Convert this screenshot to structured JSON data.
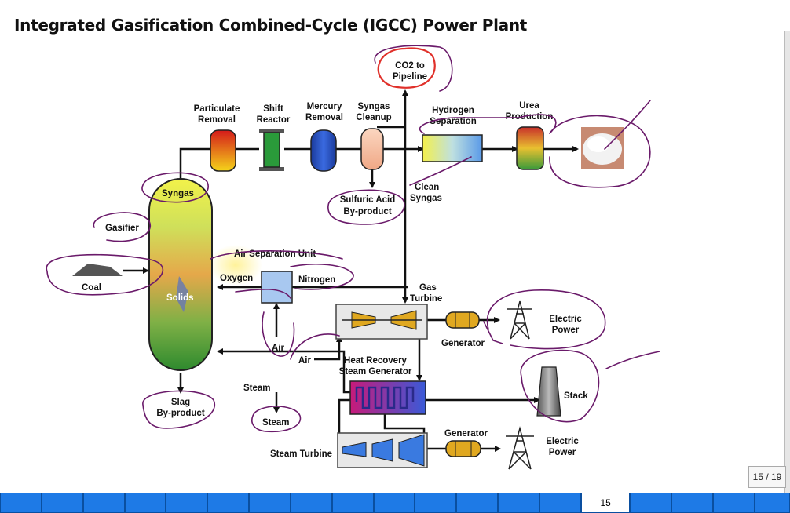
{
  "slide": {
    "title": "Integrated Gasification Combined-Cycle (IGCC) Power Plant",
    "page_indicator": "15 / 19",
    "current_slide": "15"
  },
  "diagram": {
    "units": {
      "particulate": [
        "Particulate",
        "Removal"
      ],
      "shift": [
        "Shift",
        "Reactor"
      ],
      "mercury": [
        "Mercury",
        "Removal"
      ],
      "syngas_cleanup": [
        "Syngas",
        "Cleanup"
      ],
      "hydrogen": [
        "Hydrogen",
        "Separation"
      ],
      "urea": [
        "Urea",
        "Production"
      ],
      "co2": [
        "CO2 to",
        "Pipeline"
      ],
      "sulfuric": [
        "Sulfuric Acid",
        "By-product"
      ],
      "clean_syngas": [
        "Clean",
        "Syngas"
      ],
      "gasifier": "Gasifier",
      "syngas": "Syngas",
      "solids": "Solids",
      "coal": "Coal",
      "asu": "Air Separation Unit",
      "oxygen": "Oxygen",
      "nitrogen": "Nitrogen",
      "air1": "Air",
      "air2": "Air",
      "gas_turbine": [
        "Gas",
        "Turbine"
      ],
      "generator1": "Generator",
      "electric1": [
        "Electric",
        "Power"
      ],
      "hrsg": [
        "Heat Recovery",
        "Steam Generator"
      ],
      "stack": "Stack",
      "steam1": "Steam",
      "steam2": "Steam",
      "slag": [
        "Slag",
        "By-product"
      ],
      "generator2": "Generator",
      "steam_turbine": "Steam Turbine",
      "electric2": [
        "Electric",
        "Power"
      ]
    }
  },
  "colors": {
    "annotation": "#6a1a6a",
    "co2_circle": "#e0302a",
    "thumb_strip": "#1e7ae6"
  }
}
